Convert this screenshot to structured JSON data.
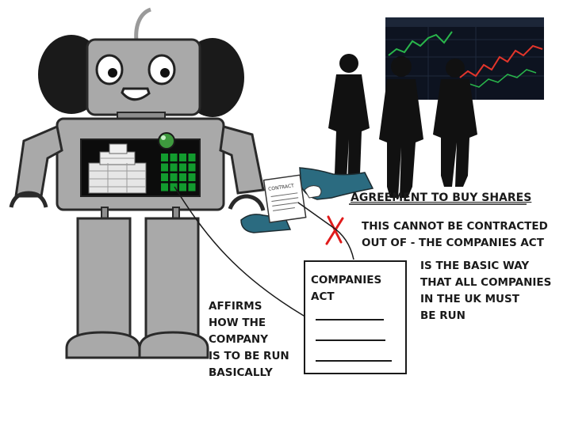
{
  "labels": {
    "agreement": "AGREEMENT TO BUY SHARES",
    "contract_note": [
      "THIS CANNOT BE CONTRACTED",
      "OUT OF - THE COMPANIES ACT"
    ],
    "basic_way_note": [
      "IS THE BASIC WAY",
      "THAT ALL COMPANIES",
      "IN THE UK MUST",
      "BE RUN"
    ],
    "affirms_note": [
      "AFFIRMS",
      "HOW THE",
      "COMPANY",
      "IS TO BE RUN",
      "BASICALLY"
    ],
    "companies_act": [
      "COMPANIES",
      "ACT"
    ],
    "contract_doc": "CONTRACT"
  },
  "icons": [
    "robot-icon",
    "money-stack-icon",
    "keypad-icon",
    "businessmen-silhouette-icon",
    "stock-chart-icon",
    "handshake-contract-icon",
    "red-cross-icon",
    "document-icon"
  ],
  "colors": {
    "keypad": "#129b2e",
    "cross": "#e01b1b",
    "chart_up": "#29b64b",
    "chart_down": "#e2352b",
    "robot_body": "#a9a9a9"
  }
}
